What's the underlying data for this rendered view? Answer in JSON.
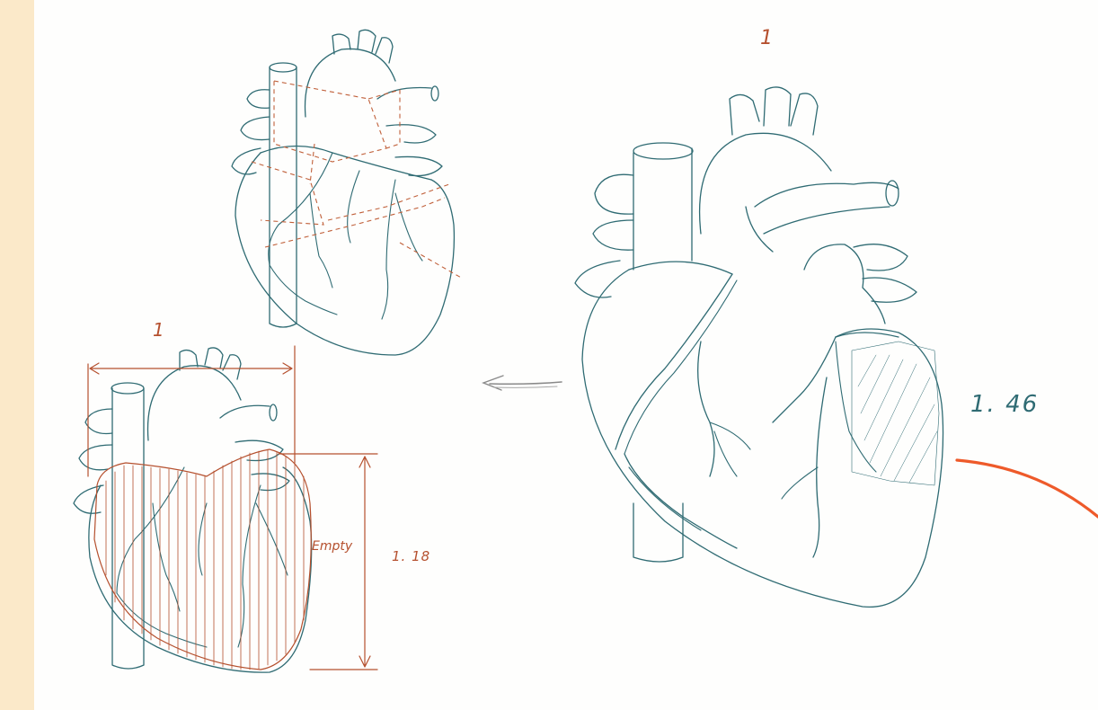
{
  "annotations": {
    "top_one": "1",
    "left_one": "1",
    "ratio_large": "1. 46",
    "ratio_small": "1. 18",
    "empty_label": "Empty"
  },
  "colors": {
    "background": "#fbe9c9",
    "paper": "#fefefd",
    "ink": "#2f6b73",
    "annotation": "#b5502e",
    "accent": "#ee5a2a"
  },
  "icons": [
    "heart-drawing",
    "arrow-left-icon",
    "dimension-arrow"
  ]
}
